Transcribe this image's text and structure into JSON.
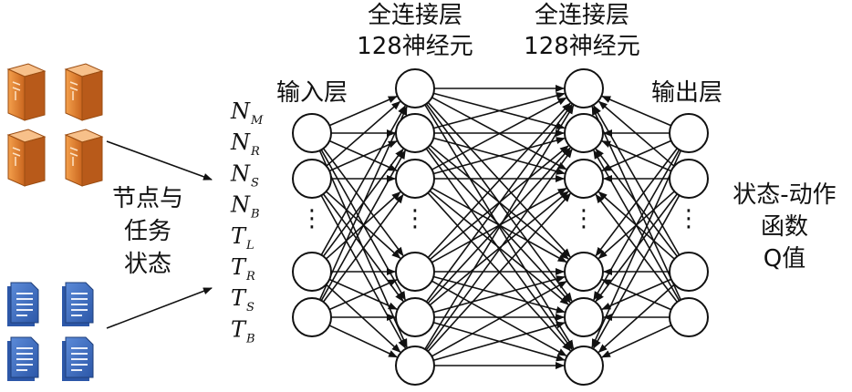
{
  "labels": {
    "fc1": [
      "全连接层",
      "128神经元"
    ],
    "fc2": [
      "全连接层",
      "128神经元"
    ],
    "input_layer": "输入层",
    "output_layer": "输出层",
    "state_label": [
      "节点与",
      "任务",
      "状态"
    ],
    "q_label": [
      "状态-动作",
      "函数",
      "Q值"
    ]
  },
  "inputs": [
    {
      "base": "N",
      "sub": "M"
    },
    {
      "base": "N",
      "sub": "R"
    },
    {
      "base": "N",
      "sub": "S"
    },
    {
      "base": "N",
      "sub": "B"
    },
    {
      "base": "T",
      "sub": "L"
    },
    {
      "base": "T",
      "sub": "R"
    },
    {
      "base": "T",
      "sub": "S"
    },
    {
      "base": "T",
      "sub": "B"
    }
  ],
  "ellipsis": "⋮",
  "icons": {
    "servers": "server-icon",
    "documents": "document-icon",
    "server_color": "#e07b2c",
    "document_color": "#3d6fc4"
  }
}
